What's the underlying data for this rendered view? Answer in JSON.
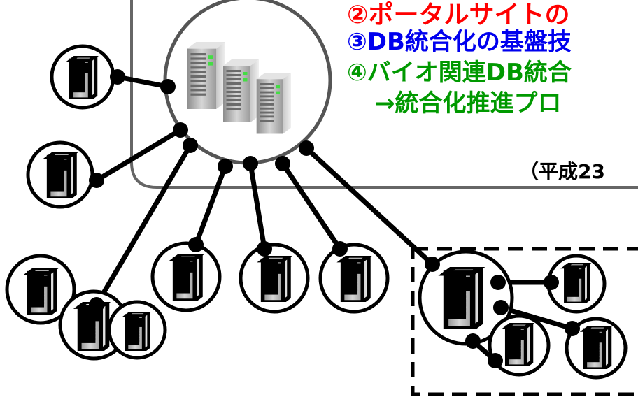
{
  "colors": {
    "red_text": "#ff0000",
    "blue_text": "#0000ee",
    "green_text": "#009900",
    "panel_border": "#666666",
    "node_stroke": "#000000",
    "hub_stroke": "#555555"
  },
  "text": {
    "line2": "②ポータルサイトの",
    "line3": "③DB統合化の基盤技",
    "line4": "④バイオ関連DB統合",
    "line5": "→統合化推進プロ",
    "note": "（平成23"
  },
  "icons": {
    "hub": "server-cluster-icon",
    "node": "server-icon"
  }
}
